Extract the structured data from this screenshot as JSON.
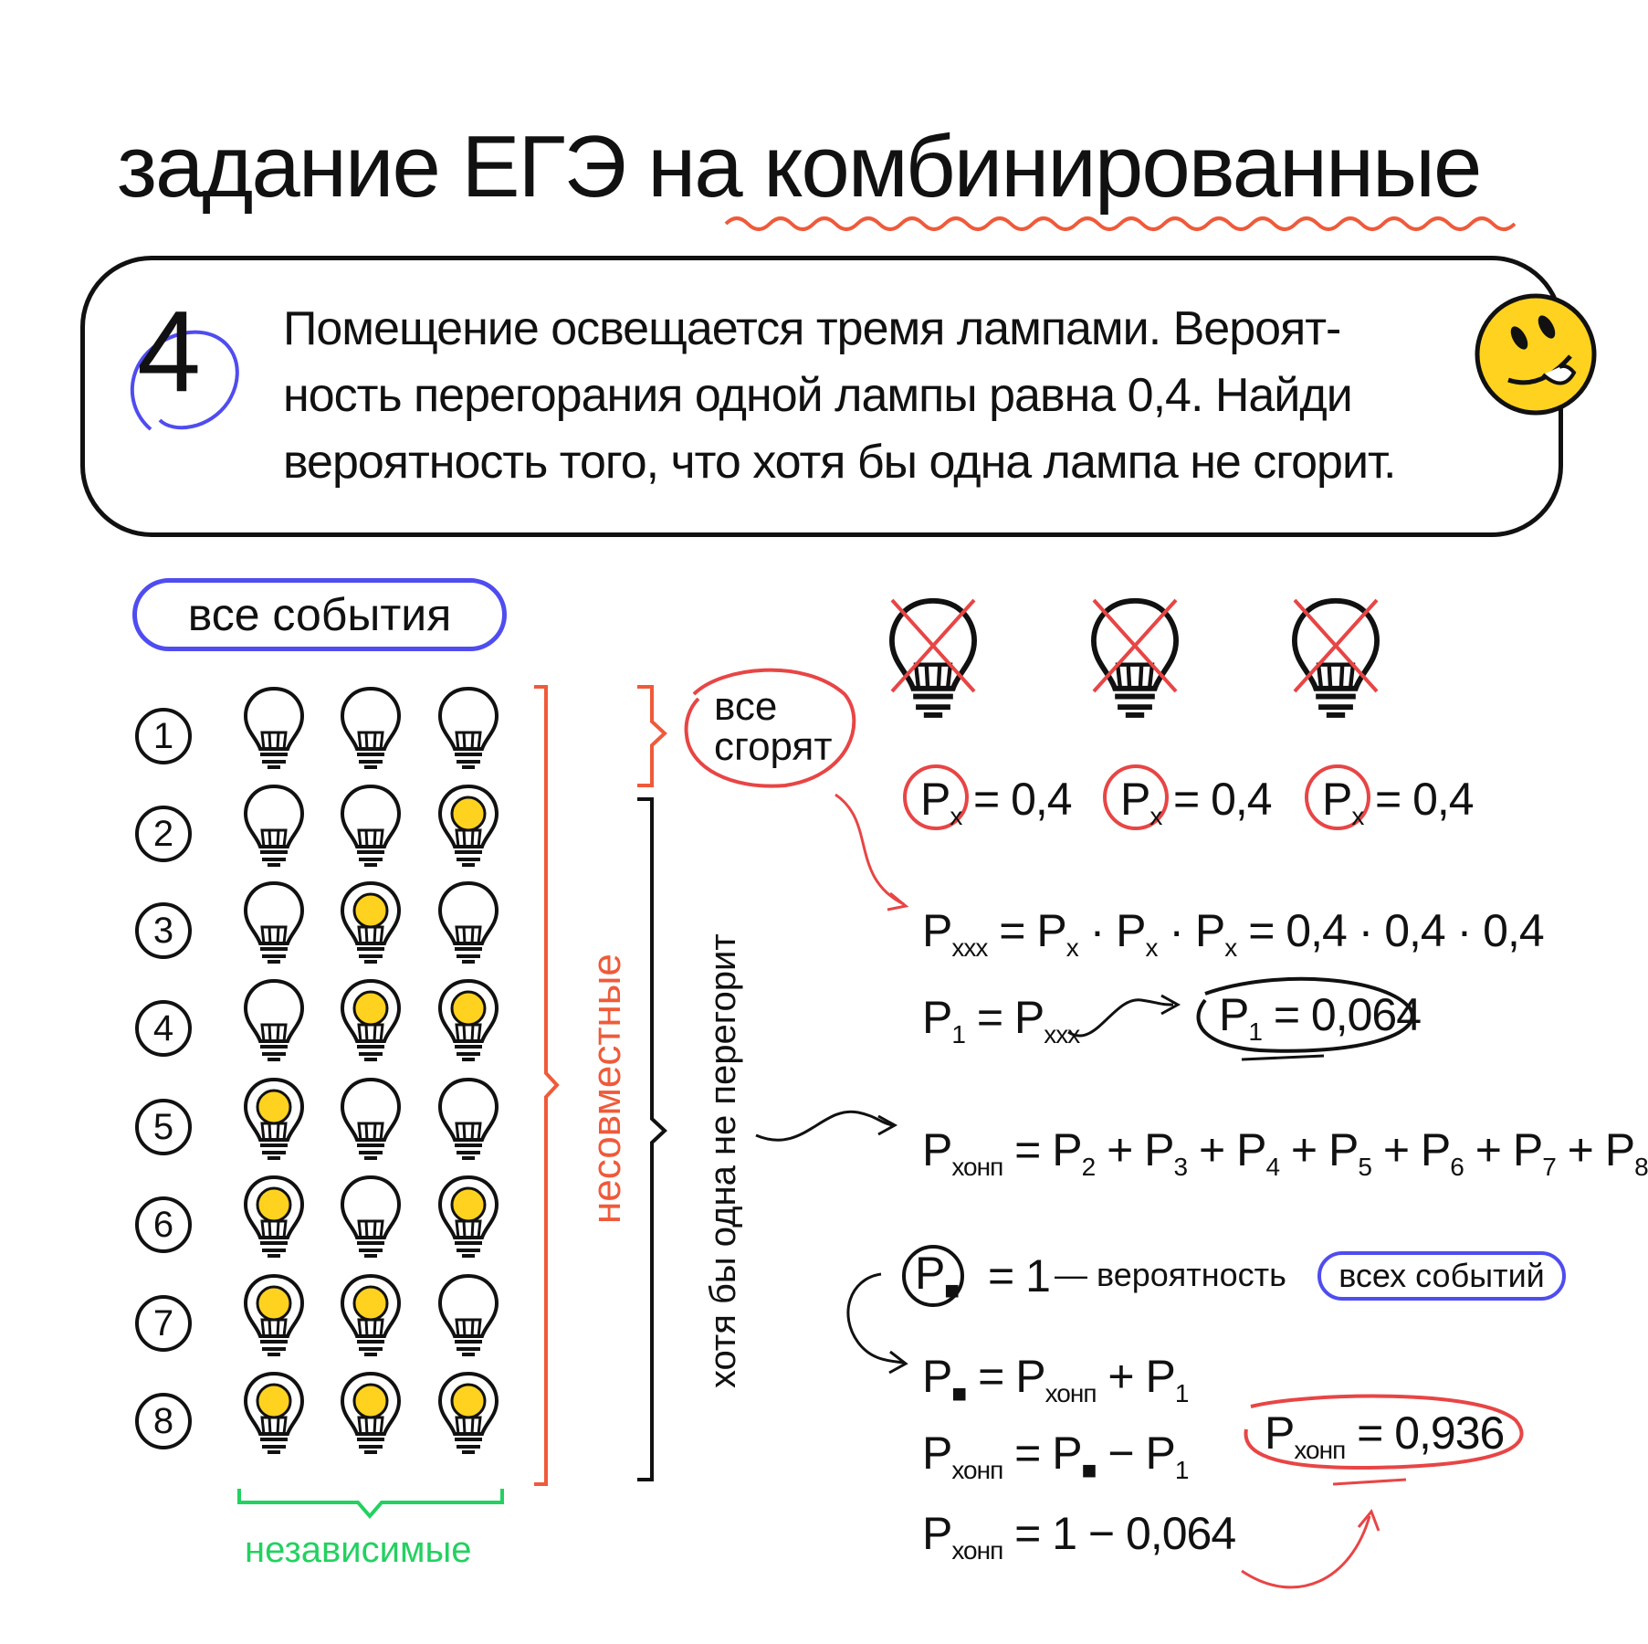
{
  "title": "задание ЕГЭ на комбинированные",
  "task": {
    "number": "4",
    "lines": [
      "Помещение освещается тремя лампами. Вероят-",
      "ность перегорания одной лампы  равна 0,4. Найди",
      "вероятность того, что хотя бы одна лампа не сгорит."
    ]
  },
  "events_label": "все события",
  "rows": [
    {
      "num": "1",
      "lit": [
        false,
        false,
        false
      ]
    },
    {
      "num": "2",
      "lit": [
        false,
        false,
        true
      ]
    },
    {
      "num": "3",
      "lit": [
        false,
        true,
        false
      ]
    },
    {
      "num": "4",
      "lit": [
        false,
        true,
        true
      ]
    },
    {
      "num": "5",
      "lit": [
        true,
        false,
        false
      ]
    },
    {
      "num": "6",
      "lit": [
        true,
        false,
        true
      ]
    },
    {
      "num": "7",
      "lit": [
        true,
        true,
        false
      ]
    },
    {
      "num": "8",
      "lit": [
        true,
        true,
        true
      ]
    }
  ],
  "labels": {
    "incompatible": "несовместные",
    "at_least_one": "хотя бы одна не перегорит",
    "all_burn": [
      "все",
      "сгорят"
    ],
    "independent": "независимые"
  },
  "px_value": "= 0,4",
  "formulas": {
    "pxxx": "P<sub>xxx</sub> =  P<sub>x</sub> · P<sub>x</sub> · P<sub>x</sub>  =  0,4 · 0,4 · 0,4",
    "p1_eq": "P<sub>1</sub> = P<sub>xxx</sub>",
    "p1_result": "P<sub>1</sub> = 0,064",
    "pxonp_sum": "P<sub>хонп</sub> = P<sub>2</sub> + P<sub>3</sub> + P<sub>4</sub> + P<sub>5</sub> + P<sub>6</sub> + P<sub>7</sub> + P<sub>8</sub>",
    "all_events_eq": "= 1",
    "all_events_note": "— вероятность",
    "all_events_pill": "всех событий",
    "f1": "P<sub>■</sub>  =  P<sub>хонп</sub> + P<sub>1</sub>",
    "f2": "P<sub>хонп</sub> =  P<sub>■</sub>  −  P<sub>1</sub>",
    "f3": "P<sub>хонп</sub> = 1  −  0,064",
    "final": "P<sub>хонп</sub>  =  0,936"
  },
  "colors": {
    "red": "#e84545",
    "blue": "#4f4cf0",
    "green": "#23d160",
    "yellow": "#ffd21f"
  }
}
